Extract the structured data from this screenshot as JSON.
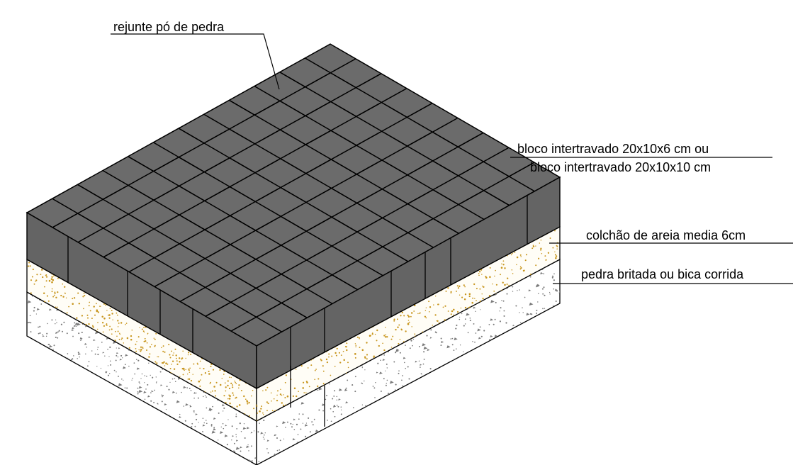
{
  "labels": {
    "joint_fill": "rejunte pó de pedra",
    "paver_line1": "bloco intertravado 20x10x6 cm ou",
    "paver_line2": "bloco intertravado 20x10x10 cm",
    "sand_bed": "colchão de areia media 6cm",
    "gravel_base": "pedra britada ou bica corrida"
  },
  "colors": {
    "paver_top": "#6b6b6b",
    "paver_side": "#646464",
    "sand_dots": "#c8961e",
    "gravel_marks": "#7a7a7a",
    "lines": "#000000",
    "background": "#ffffff"
  }
}
